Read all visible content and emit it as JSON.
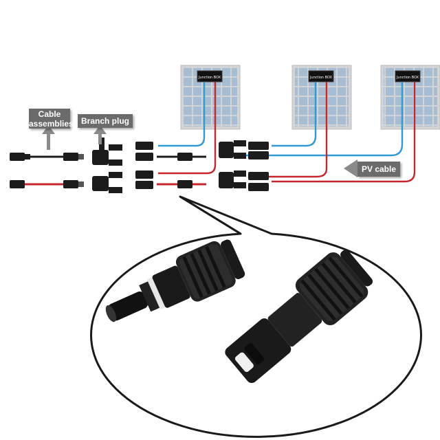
{
  "labels": {
    "cable_assemblies": "Cable assemblies",
    "branch_plug": "Branch plug",
    "pv_cable": "PV cable"
  },
  "panels": [
    {
      "junction_label": "Junction BOX"
    },
    {
      "junction_label": "Junction BOX"
    },
    {
      "junction_label": "Junction BOX"
    }
  ],
  "colors": {
    "positive_wire": "#c8242c",
    "negative_wire": "#2f9ad6",
    "connector_body": "#1c1c1c",
    "label_bg": "#6b6b6b",
    "panel_frame": "#cfcfcf",
    "panel_cell": "#a7bdd3"
  }
}
